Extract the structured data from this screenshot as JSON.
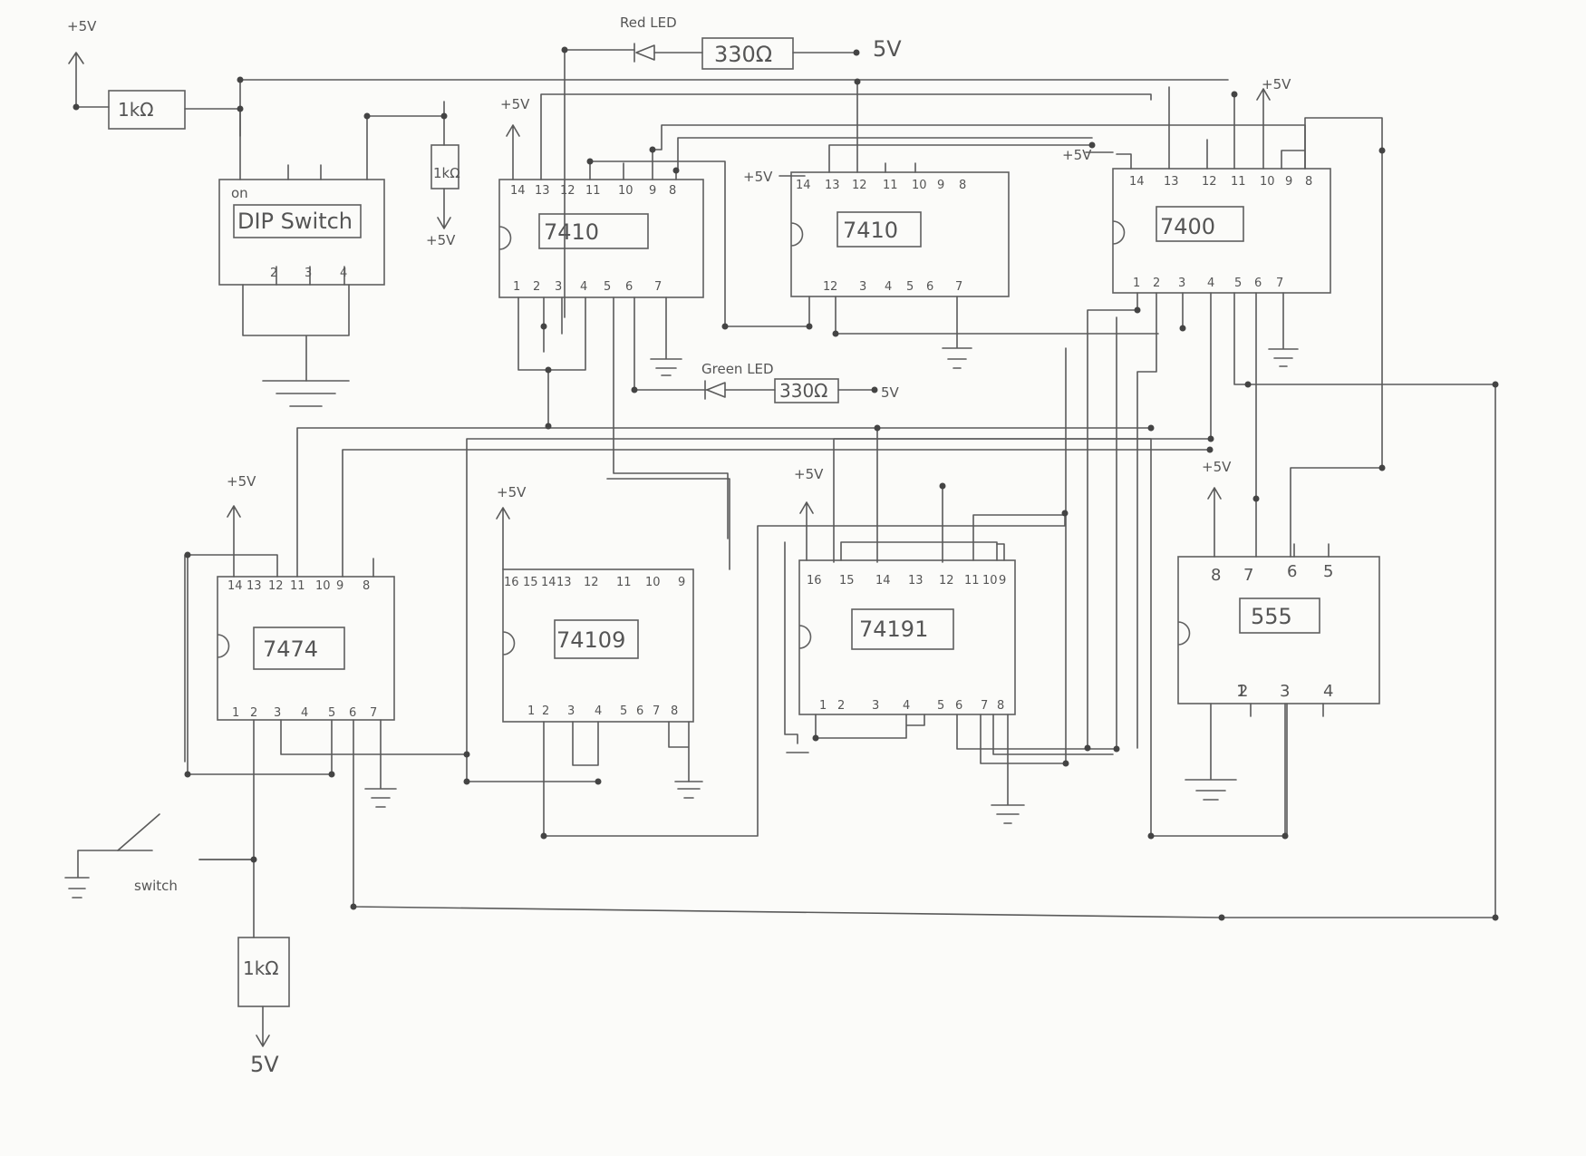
{
  "chips": {
    "dip": {
      "label": "DIP Switch",
      "on": "on",
      "pins": [
        "2",
        "3",
        "4"
      ]
    },
    "u1": {
      "label": "7410",
      "top": [
        "14",
        "13",
        "12",
        "11",
        "10",
        "9",
        "8"
      ],
      "bottom": [
        "1",
        "2",
        "3",
        "4",
        "5",
        "6",
        "7"
      ]
    },
    "u2": {
      "label": "7410",
      "top": [
        "14",
        "13",
        "12",
        "11",
        "10",
        "9",
        "8"
      ],
      "bottom": [
        "1",
        "2",
        "3",
        "4",
        "5",
        "6",
        "7"
      ]
    },
    "u3": {
      "label": "7400",
      "top": [
        "14",
        "13",
        "12",
        "11",
        "10",
        "9",
        "8"
      ],
      "bottom": [
        "1",
        "2",
        "3",
        "4",
        "5",
        "6",
        "7"
      ]
    },
    "u4": {
      "label": "7474",
      "top": [
        "14",
        "13",
        "12",
        "11",
        "10",
        "9",
        "8"
      ],
      "bottom": [
        "1",
        "2",
        "3",
        "4",
        "5",
        "6",
        "7"
      ]
    },
    "u5": {
      "label": "74109",
      "top": [
        "16",
        "15",
        "14",
        "13",
        "12",
        "11",
        "10",
        "9"
      ],
      "bottom": [
        "1",
        "2",
        "3",
        "4",
        "5",
        "6",
        "7",
        "8"
      ]
    },
    "u6": {
      "label": "74191",
      "top": [
        "16",
        "15",
        "14",
        "13",
        "12",
        "11",
        "10",
        "9"
      ],
      "bottom": [
        "1",
        "2",
        "3",
        "4",
        "5",
        "6",
        "7",
        "8"
      ]
    },
    "u7": {
      "label": "555",
      "top": [
        "8",
        "7",
        "6",
        "5"
      ],
      "bottom": [
        "1",
        "2",
        "3",
        "4"
      ]
    }
  },
  "labels": {
    "plus5": "+5V",
    "five": "5V",
    "red_led": "Red LED",
    "green_led": "Green LED",
    "r330": "330Ω",
    "r1k": "1kΩ",
    "r1k_v": "1kΩ",
    "r1k_b": "1kΩ",
    "switch": "switch"
  }
}
